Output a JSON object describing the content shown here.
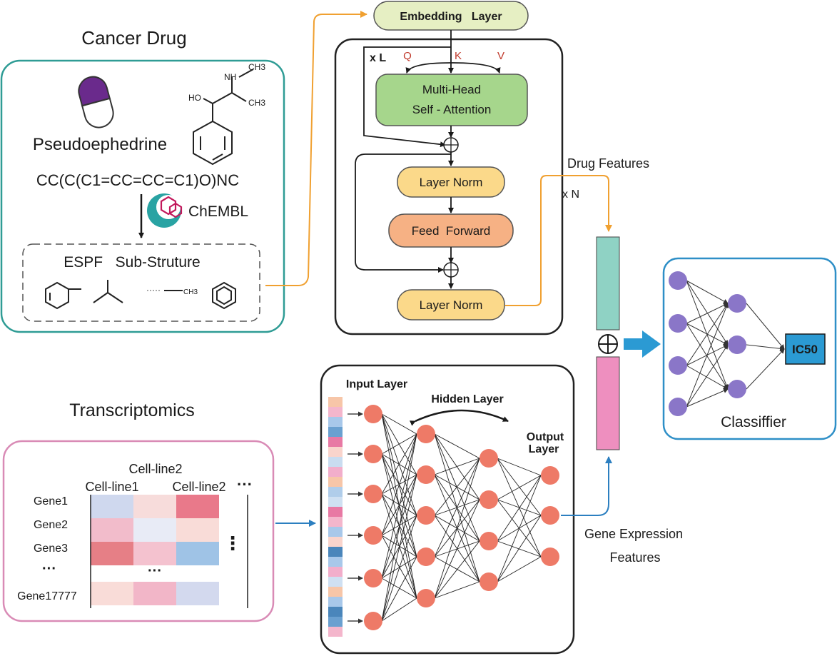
{
  "drug_panel": {
    "title": "Cancer Drug",
    "drug_name": "Pseudoephedrine",
    "smiles": "CC(C(C1=CC=CC=C1)O)NC",
    "database": "ChEMBL",
    "espf_title": "ESPF   Sub-Struture",
    "mol_labels": {
      "ho": "HO",
      "nh": "NH",
      "ch3_top": "CH3",
      "ch3_side": "CH3"
    },
    "ellipsis": "·····",
    "ch3_fragment": "CH3"
  },
  "transformer": {
    "embedding": "Embedding   Layer",
    "repeat_l": "x L",
    "q": "Q",
    "k": "K",
    "v": "V",
    "mhsa_line1": "Multi-Head",
    "mhsa_line2": "Self - Attention",
    "layer_norm_1": "Layer Norm",
    "feed_forward": "Feed  Forward",
    "layer_norm_2": "Layer Norm",
    "repeat_n": "x N",
    "drug_features": "Drug Features"
  },
  "transcriptomics": {
    "title": "Transcriptomics",
    "col_top": "Cell-line2",
    "col1": "Cell-line1",
    "col2": "Cell-line2",
    "col_more": "···",
    "genes": [
      "Gene1",
      "Gene2",
      "Gene3",
      "···",
      "Gene17777"
    ],
    "row_more": "···",
    "vdots": "⋮",
    "cells": [
      [
        "#cfd8ee",
        "#f7dcdb",
        "#e9798a"
      ],
      [
        "#f2bccb",
        "#e8ebf6",
        "#f9dcd8"
      ],
      [
        "#e67f86",
        "#f4c2cf",
        "#9fc3e6"
      ],
      [
        "#f9dcd8",
        "#f2b6c8",
        "#d3d9ee"
      ]
    ]
  },
  "mlp": {
    "input_layer": "Input Layer",
    "hidden_layer": "Hidden Layer",
    "output_line1": "Output",
    "output_line2": "Layer",
    "gene_features_line1": "Gene Expression",
    "gene_features_line2": "Features",
    "input_strip_colors": [
      "#f7c6a8",
      "#f4b6cc",
      "#a8c8ea",
      "#6aa0d0",
      "#e879a4",
      "#f9d4cc",
      "#c9dcf0",
      "#f2aecb",
      "#f7c6a8",
      "#b0cdea",
      "#cfe0f2",
      "#e879a4",
      "#f4b6cc",
      "#a8c8ea",
      "#f9d4cc",
      "#4a86bb",
      "#a8c8ea",
      "#f2aecb",
      "#cfe0f2",
      "#f7c6a8",
      "#a8c8ea",
      "#4a86bb",
      "#6aa0d0",
      "#f4b6cc"
    ]
  },
  "classifier": {
    "label": "Classiffier",
    "output": "IC50"
  },
  "colors": {
    "teal_border": "#2f9c95",
    "pink_border": "#d98bb6",
    "blue_border": "#2e8fc7",
    "orange_arrow": "#f0a030",
    "blue_arrow": "#2c7fc0",
    "embed_fill": "#e6efc3",
    "mhsa_fill": "#a6d68c",
    "norm_fill": "#fbd98a",
    "ff_fill": "#f6b184",
    "node_fill": "#ee7a67",
    "class_node_fill": "#8a76c8",
    "drug_vec": "#8fd2c4",
    "gene_vec": "#ee8fbf",
    "ic50_fill": "#2b9ad3"
  }
}
